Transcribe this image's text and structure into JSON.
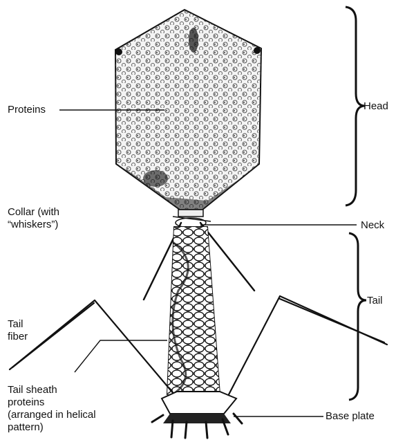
{
  "labels": {
    "proteins": "Proteins",
    "head": "Head",
    "collar": "Collar (with\n“whiskers”)",
    "neck": "Neck",
    "tail": "Tail",
    "tail_fiber": "Tail\nfiber",
    "tail_sheath": "Tail sheath\nproteins\n(arranged in helical\npattern)",
    "base_plate": "Base plate"
  }
}
